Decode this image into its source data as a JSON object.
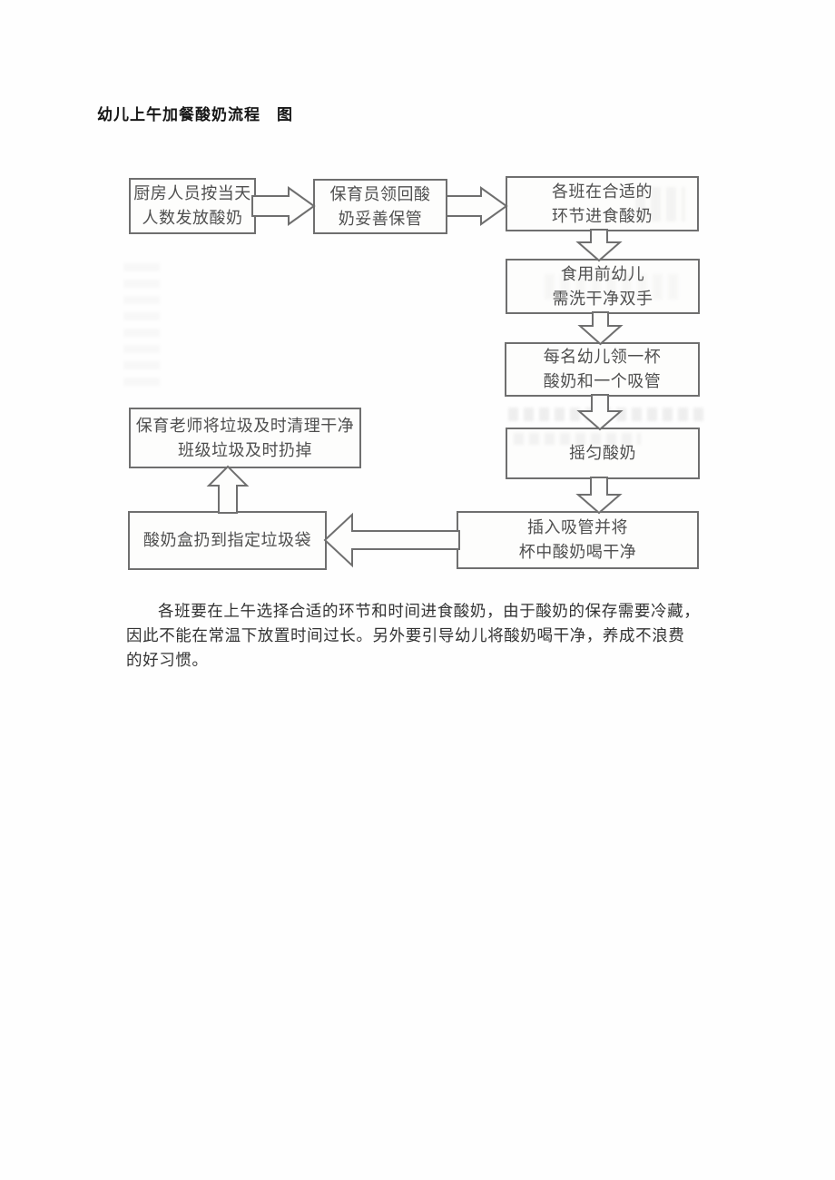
{
  "colors": {
    "page_background": "#fefefe",
    "diagram_line": "#6f6f6f",
    "node_text": "#4f4f4f",
    "title_text": "#161616",
    "body_text": "#333333"
  },
  "document": {
    "title": "幼儿上午加餐酸奶流程　图",
    "paragraph": {
      "line1": "各班要在上午选择合适的环节和时间进食酸奶，由于酸奶的保存需要冷藏，",
      "line2": "因此不能在常温下放置时间过长。另外要引导幼儿将酸奶喝干净，养成不浪费",
      "line3": "的好习惯。"
    }
  },
  "flowchart": {
    "nodes": {
      "kitchen": {
        "line1": "厨房人员按当天",
        "line2": "人数发放酸奶"
      },
      "keep": {
        "line1": "保育员领回酸",
        "line2": "奶妥善保管"
      },
      "class_eat": {
        "line1": "各班在合适的",
        "line2": "环节进食酸奶"
      },
      "wash": {
        "line1": "食用前幼儿",
        "line2": "需洗干净双手"
      },
      "cup": {
        "line1": "每名幼儿领一杯",
        "line2": "酸奶和一个吸管"
      },
      "shake": {
        "line1": "摇匀酸奶"
      },
      "drink": {
        "line1": "插入吸管并将",
        "line2": "杯中酸奶喝干净"
      },
      "clean": {
        "line1": "保育老师将垃圾及时清理干净",
        "line2": "班级垃圾及时扔掉"
      },
      "trash": {
        "line1": "酸奶盒扔到指定垃圾袋"
      }
    },
    "connections": [
      {
        "from": "kitchen",
        "to": "keep",
        "direction": "right"
      },
      {
        "from": "keep",
        "to": "class_eat",
        "direction": "right"
      },
      {
        "from": "class_eat",
        "to": "wash",
        "direction": "down"
      },
      {
        "from": "wash",
        "to": "cup",
        "direction": "down"
      },
      {
        "from": "cup",
        "to": "shake",
        "direction": "down"
      },
      {
        "from": "shake",
        "to": "drink",
        "direction": "down"
      },
      {
        "from": "drink",
        "to": "trash",
        "direction": "left"
      },
      {
        "from": "trash",
        "to": "clean",
        "direction": "up"
      }
    ]
  }
}
